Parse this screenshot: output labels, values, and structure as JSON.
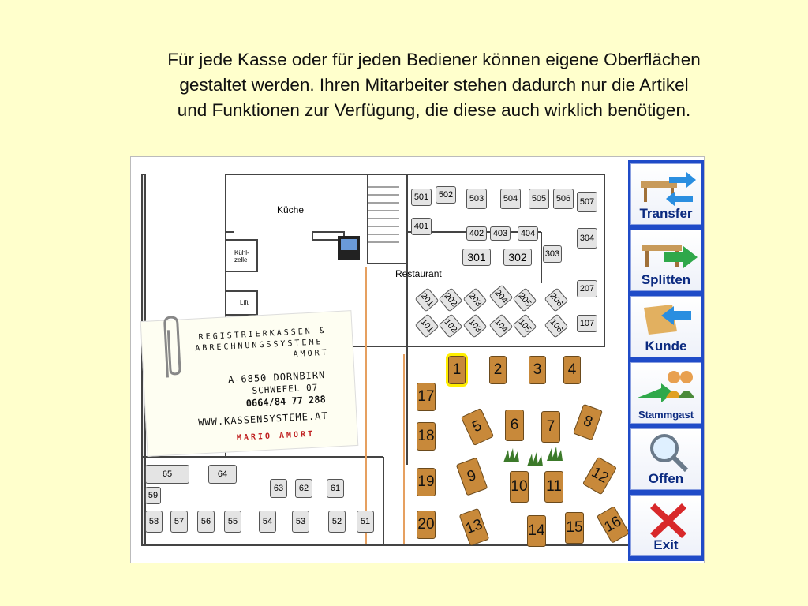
{
  "intro": {
    "lines": [
      "Für jede Kasse oder für jeden Bediener können eigene Oberflächen",
      "gestaltet werden. Ihren Mitarbeiter stehen dadurch nur die Artikel",
      "und Funktionen zur Verfügung, die diese auch wirklich benötigen."
    ]
  },
  "plan": {
    "rooms": {
      "kitchen": "Küche",
      "cold_room": "Kühl-\nzelle",
      "lift": "Lift",
      "restaurant": "Restaurant"
    },
    "grey_tables": [
      "501",
      "502",
      "503",
      "504",
      "505",
      "506",
      "507",
      "401",
      "402",
      "403",
      "404",
      "304",
      "301",
      "302",
      "303",
      "207",
      "201",
      "202",
      "203",
      "204",
      "205",
      "206",
      "101",
      "102",
      "103",
      "104",
      "105",
      "106",
      "107"
    ],
    "lower_tables": [
      "65",
      "64",
      "59",
      "63",
      "62",
      "61",
      "58",
      "57",
      "56",
      "55",
      "54",
      "53",
      "52",
      "51"
    ],
    "wood_tables": [
      "1",
      "2",
      "3",
      "4",
      "5",
      "6",
      "7",
      "8",
      "9",
      "10",
      "11",
      "12",
      "13",
      "14",
      "15",
      "16",
      "17",
      "18",
      "19",
      "20"
    ],
    "selected_table": "1"
  },
  "card": {
    "l1": "REGISTRIERKASSEN &",
    "l2": "ABRECHNUNGSSYSTEME",
    "l3": "AMORT",
    "l4": "A-6850 DORNBIRN",
    "l5": "SCHWEFEL 07",
    "l6": "0664/84 77 288",
    "l7": "WWW.KASSENSYSTEME.AT",
    "l8": "MARIO AMORT"
  },
  "sidebar": {
    "transfer": "Transfer",
    "splitten": "Splitten",
    "kunde": "Kunde",
    "stammgast": "Stammgast",
    "offen": "Offen",
    "exit": "Exit"
  },
  "colors": {
    "background": "#ffffcc",
    "sidebar": "#1f4bc8",
    "wood": "#c8893a",
    "highlight": "#ffee00"
  }
}
